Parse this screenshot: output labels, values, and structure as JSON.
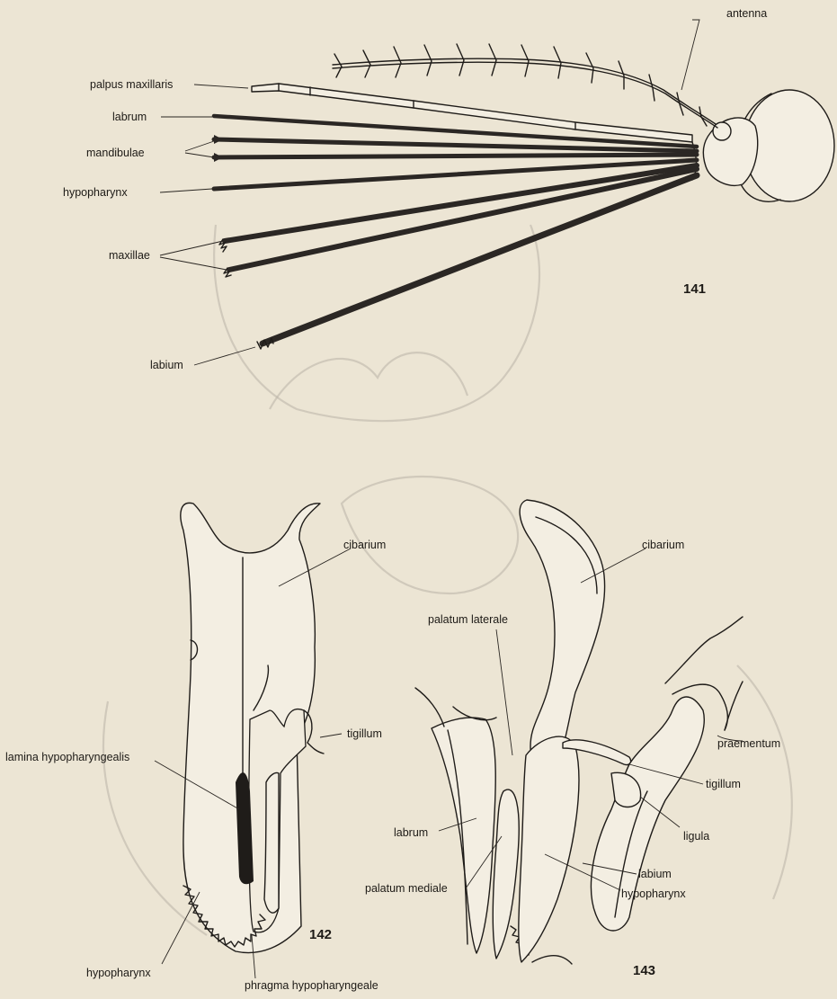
{
  "figures": {
    "fig141": {
      "number": "141",
      "labels": {
        "antenna": "antenna",
        "palpus_maxillaris": "palpus maxillaris",
        "labrum": "labrum",
        "mandibulae": "mandibulae",
        "hypopharynx": "hypopharynx",
        "maxillae": "maxillae",
        "labium": "labium"
      }
    },
    "fig142": {
      "number": "142",
      "labels": {
        "cibarium": "cibarium",
        "tigillum": "tigillum",
        "lamina_hypopharyngealis": "lamina hypopharyngealis",
        "hypopharynx": "hypopharynx",
        "phragma_hypopharyngeale": "phragma hypopharyngeale"
      }
    },
    "fig143": {
      "number": "143",
      "labels": {
        "cibarium": "cibarium",
        "palatum_laterale": "palatum laterale",
        "praementum": "praementum",
        "tigillum": "tigillum",
        "ligula": "ligula",
        "labrum": "labrum",
        "labium": "labium",
        "palatum_mediale": "palatum mediale",
        "hypopharynx": "hypopharynx"
      }
    }
  },
  "colors": {
    "paper": "#ece5d4",
    "ink": "#1f1c19"
  }
}
